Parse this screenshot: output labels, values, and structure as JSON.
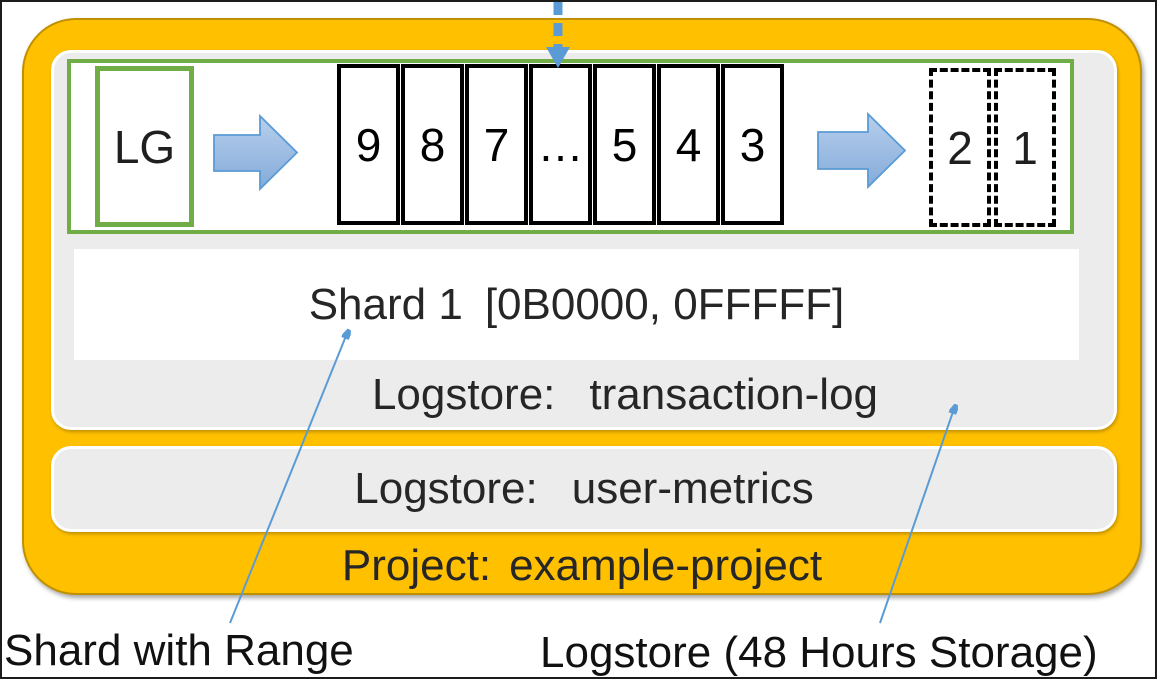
{
  "pipeline": {
    "lg_label": "LG",
    "solid_boxes": [
      "9",
      "8",
      "7",
      "…",
      "5",
      "4",
      "3"
    ],
    "dashed_boxes": [
      "2",
      "1"
    ]
  },
  "shard": {
    "name": "Shard 1",
    "range": "[0B0000, 0FFFFF]"
  },
  "logstores": [
    {
      "label": "Logstore:",
      "name": "transaction-log"
    },
    {
      "label": "Logstore:",
      "name": "user-metrics"
    }
  ],
  "project": {
    "label": "Project:",
    "name": "example-project"
  },
  "captions": {
    "shard": "Shard with Range",
    "logstore": "Logstore (48 Hours Storage)"
  },
  "icons": {
    "flow_arrow": "right-block-arrow",
    "ingest_arrow": "dashed-down-arrow",
    "annotation_arrow": "thin-callout-arrow"
  },
  "colors": {
    "project_fill": "#FFC000",
    "project_border": "#BF9000",
    "logstore_fill": "#ECECEC",
    "pipeline_border": "#70AD47",
    "arrow_blue": "#5B9BD5",
    "arrow_fill_light": "#B7CFEC",
    "arrow_fill_dark": "#84ABDA",
    "block_border": "#000000"
  }
}
